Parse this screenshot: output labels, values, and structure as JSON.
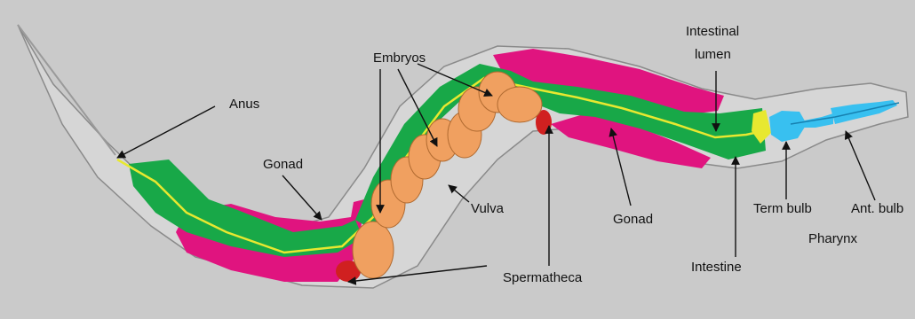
{
  "labels": {
    "anus": "Anus",
    "gonad_left": "Gonad",
    "embryos": "Embryos",
    "vulva": "Vulva",
    "spermatheca": "Spermatheca",
    "gonad_right": "Gonad",
    "intestinal_lumen_line1": "Intestinal",
    "intestinal_lumen_line2": "lumen",
    "intestine": "Intestine",
    "term_bulb": "Term bulb",
    "ant_bulb": "Ant. bulb",
    "pharynx": "Pharynx"
  },
  "colors": {
    "background": "#c8c8c8",
    "gonad": "#e0147f",
    "intestine": "#18a848",
    "embryo": "#f0a060",
    "lumen": "#e8e830",
    "pharynx": "#38c0f0",
    "spermatheca": "#d02020",
    "cuticle": "#d4d4d4"
  }
}
